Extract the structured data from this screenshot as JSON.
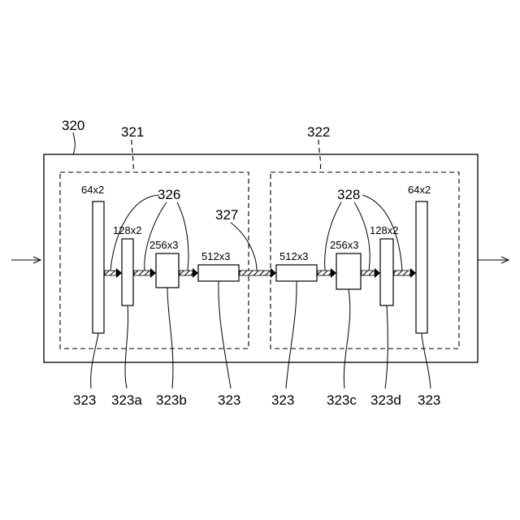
{
  "refs": {
    "device": "320",
    "encoder": "321",
    "decoder": "322",
    "skip_left": "326",
    "skip_mid": "327",
    "skip_right": "328"
  },
  "blocks": {
    "enc_1_dim": "64x2",
    "enc_2_dim": "128x2",
    "enc_3_dim": "256x3",
    "enc_4_dim": "512x3",
    "dec_1_dim": "512x3",
    "dec_2_dim": "256x3",
    "dec_3_dim": "128x2",
    "dec_4_dim": "64x2"
  },
  "bottom_labels": [
    "323",
    "323a",
    "323b",
    "323",
    "323",
    "323c",
    "323d",
    "323"
  ]
}
